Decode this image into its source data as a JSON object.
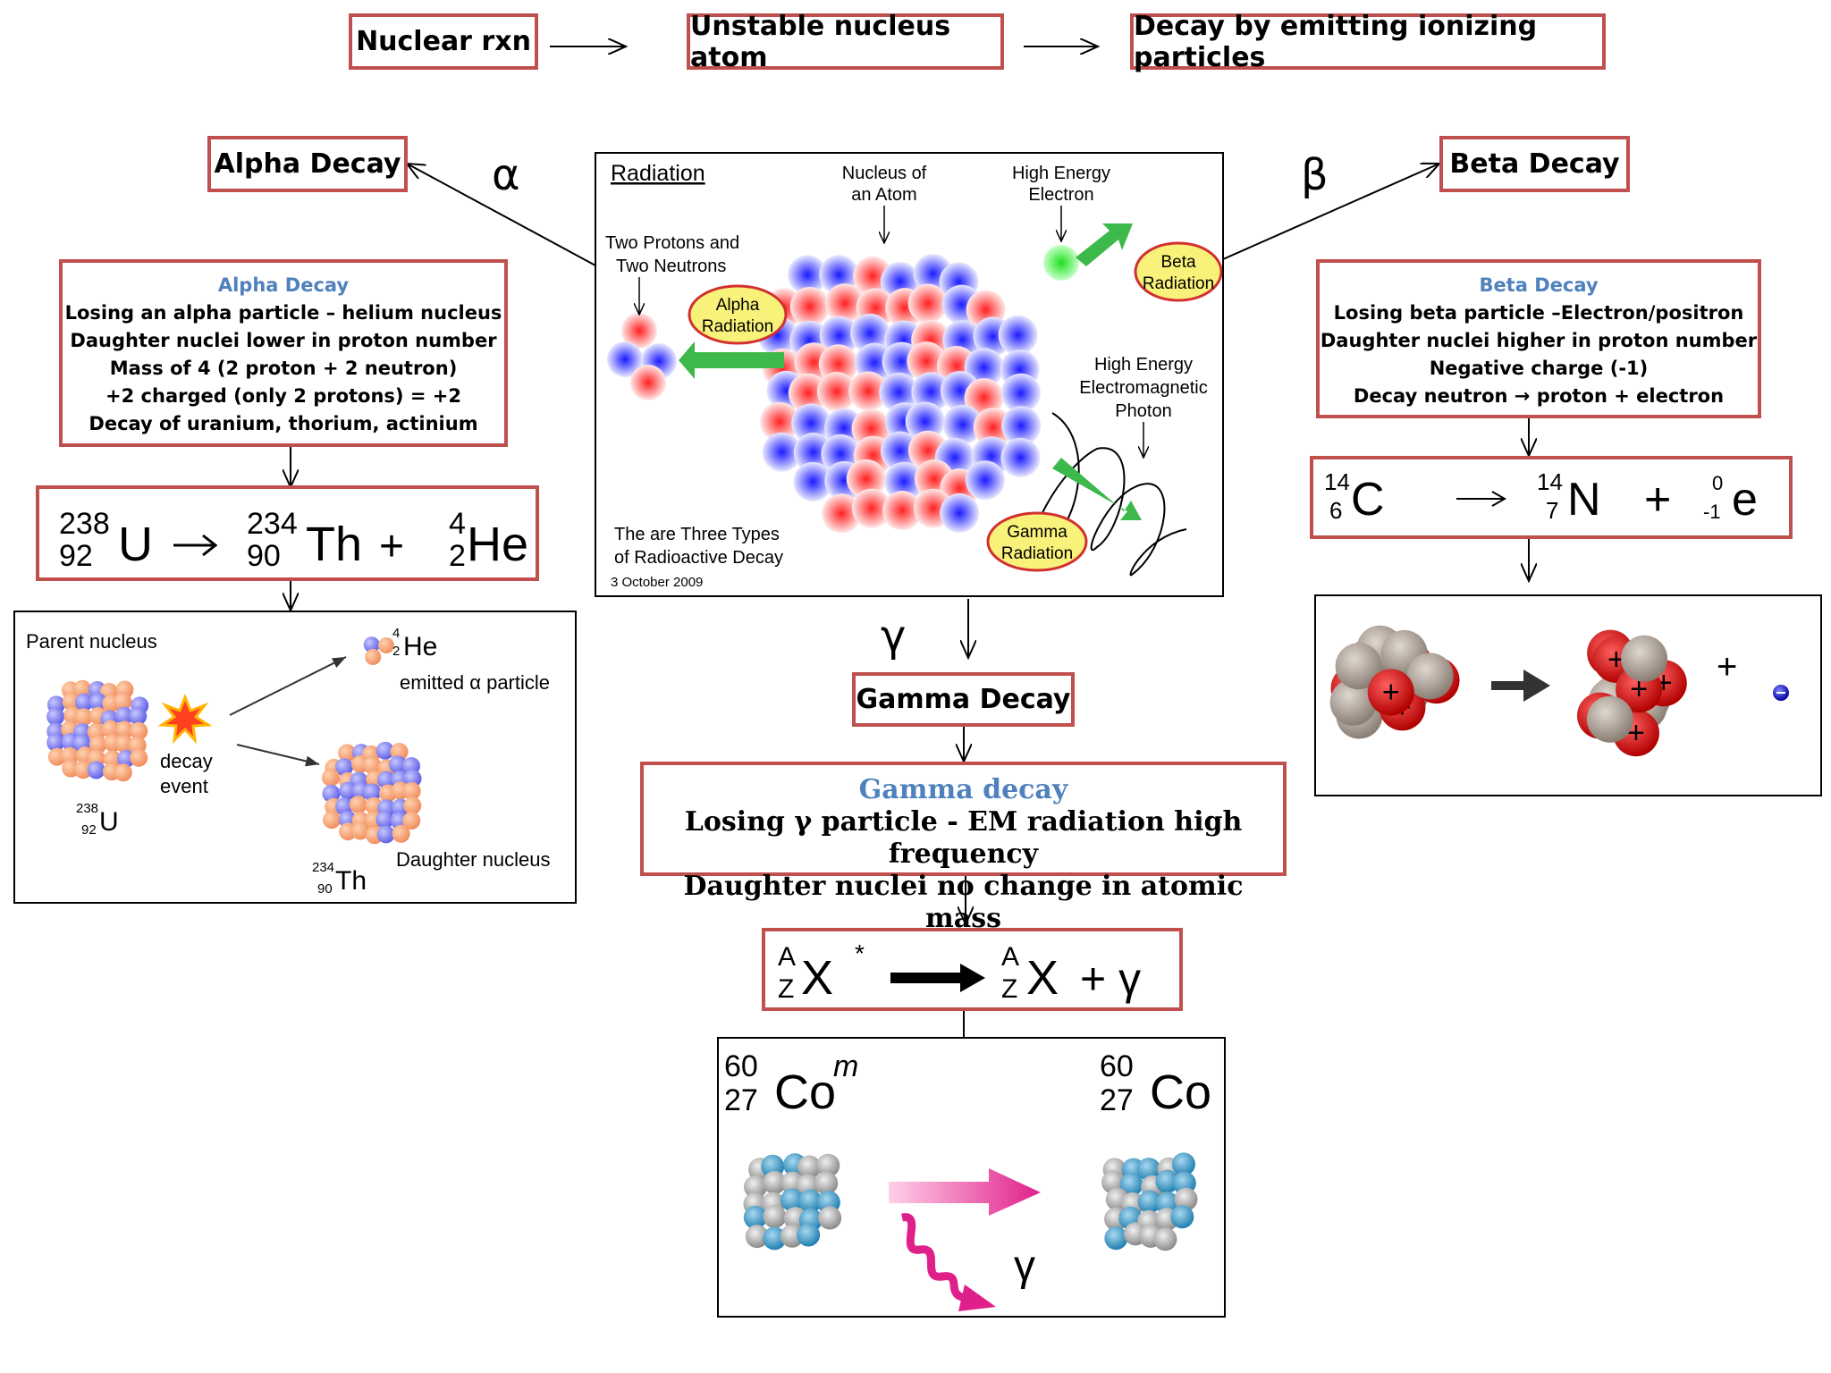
{
  "flow": {
    "step1": "Nuclear rxn",
    "step2": "Unstable nucleus atom",
    "step3": "Decay by emitting ionizing particles"
  },
  "alpha": {
    "title": "Alpha Decay",
    "symbol": "α",
    "info_head": "Alpha Decay",
    "lines": [
      "Losing an alpha particle – helium nucleus",
      "Daughter nuclei lower in proton number",
      "Mass of 4 (2 proton + 2 neutron)",
      "+2 charged (only 2 protons) = +2",
      "Decay of uranium,  thorium,  actinium"
    ],
    "equation": {
      "parent_mass": "238",
      "parent_num": "92",
      "parent_sym": "U",
      "d_mass": "234",
      "d_num": "90",
      "d_sym": "Th",
      "e_mass": "4",
      "e_num": "2",
      "e_sym": "He"
    },
    "panel": {
      "parent_label": "Parent nucleus",
      "decay_event": "decay",
      "decay_event2": "event",
      "he_mass": "4",
      "he_num": "2",
      "he_sym": "He",
      "emitted": "emitted α particle",
      "u_mass": "238",
      "u_num": "92",
      "u_sym": "U",
      "daughter_label": "Daughter nucleus",
      "th_mass": "234",
      "th_num": "90",
      "th_sym": "Th"
    }
  },
  "beta": {
    "title": "Beta Decay",
    "symbol": "β",
    "info_head": "Beta Decay",
    "lines": [
      "Losing beta particle –Electron/positron",
      "Daughter nuclei higher in proton number",
      "Negative charge (-1)",
      "Decay neutron → proton + electron"
    ],
    "equation": {
      "c_mass": "14",
      "c_num": "6",
      "c_sym": "C",
      "n_mass": "14",
      "n_num": "7",
      "n_sym": "N",
      "e_mass": "0",
      "e_num": "-1",
      "e_sym": "e",
      "plus": "+"
    },
    "panel_plus": "+"
  },
  "gamma": {
    "title": "Gamma Decay",
    "symbol": "γ",
    "info_head": "Gamma decay",
    "lines": [
      "Losing γ particle - EM radiation high frequency",
      "Daughter nuclei no change in atomic mass"
    ],
    "equation": {
      "a": "A",
      "z": "Z",
      "x": "X",
      "star": "*",
      "gamma": "+ γ"
    },
    "panel": {
      "left_mass": "60",
      "left_num": "27",
      "left_sym": "Co",
      "left_state": "m",
      "right_mass": "60",
      "right_num": "27",
      "right_sym": "Co",
      "gamma_sym": "γ"
    }
  },
  "radiation": {
    "title": "Radiation",
    "nucleus_label": [
      "Nucleus of",
      "an Atom"
    ],
    "electron_label": [
      "High Energy",
      "Electron"
    ],
    "protons_label": [
      "Two Protons and",
      "Two Neutrons"
    ],
    "alpha_badge": [
      "Alpha",
      "Radiation"
    ],
    "beta_badge": [
      "Beta",
      "Radiation"
    ],
    "photon_label": [
      "High Energy",
      "Electromagnetic",
      "Photon"
    ],
    "gamma_badge": [
      "Gamma",
      "Radiation"
    ],
    "caption": [
      "The are Three Types",
      "of Radioactive Decay"
    ],
    "date": "3 October 2009"
  },
  "colors": {
    "box_border": "#c0504d",
    "head_blue": "#4f81bd",
    "arrow_green": "#3cb94a"
  }
}
